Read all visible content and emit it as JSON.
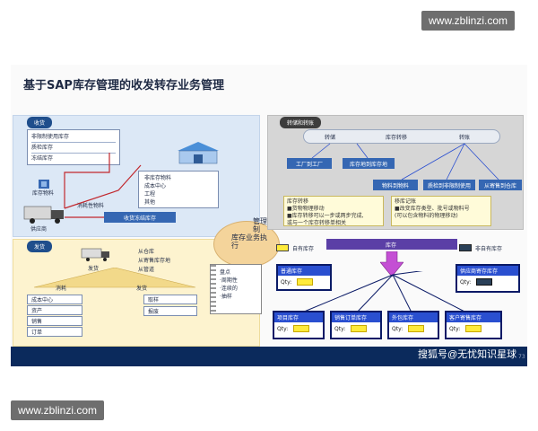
{
  "watermarks": {
    "top": "www.zblinzi.com",
    "bottom": "www.zblinzi.com"
  },
  "slide": {
    "title": "基于SAP库存管理的收发转存业务管理",
    "receive": {
      "header": "收货",
      "stock_types": [
        "非限制使用库存",
        "质检库存",
        "冻结库存"
      ],
      "material": "库存物料",
      "supplier": "供应商",
      "consumable": "消耗性物料",
      "targets": [
        "非库存物料",
        "成本中心",
        "工程",
        "其他"
      ],
      "blocked": "收货冻结库存"
    },
    "issue": {
      "header": "发货",
      "ship": "发货",
      "consume": "消耗",
      "issue_sub": "发货",
      "from_list": [
        "从仓库",
        "从寄售库存地",
        "从管道"
      ],
      "consume_targets": [
        "成本中心",
        "资产",
        "销售",
        "订单"
      ],
      "issue_targets": [
        "取样",
        "报废"
      ]
    },
    "center": {
      "mgmt": "管理控制",
      "execute": "库存业务执行",
      "inventory_title": "盘点",
      "inventory_items": [
        "·周期性",
        "·连续的",
        "·抽样"
      ]
    },
    "transfer": {
      "header": "转储和转账",
      "pills": [
        "转储",
        "库存转移",
        "转账"
      ],
      "boxes_top": [
        "工厂到工厂",
        "库存地到库存地"
      ],
      "boxes_bottom": [
        "物料到物料",
        "质检到非限制使用",
        "从寄售到仓库"
      ],
      "note1_title": "库存转移",
      "note1_lines": [
        "■货物物理移动",
        "■库存转移可以一步或两步完成,",
        "或与一个库存转移单相关"
      ],
      "note2_title": "移库记账",
      "note2_lines": [
        "■改变库存类型、批号或物料号",
        "(可以包含物料的物理移动)"
      ]
    },
    "stock": {
      "legend_own": "自有库存",
      "legend_not_own": "非自有库存",
      "center_label": "库存",
      "unrestricted": "普通库存",
      "consignment_supplier": "供应商寄存库存",
      "qty_label": "Qty:",
      "subs": [
        "项目库存",
        "销售订单库存",
        "外包库存",
        "客户寄售库存"
      ]
    },
    "footer_source": "搜狐号@无忧知识星球",
    "page_number": "73"
  }
}
